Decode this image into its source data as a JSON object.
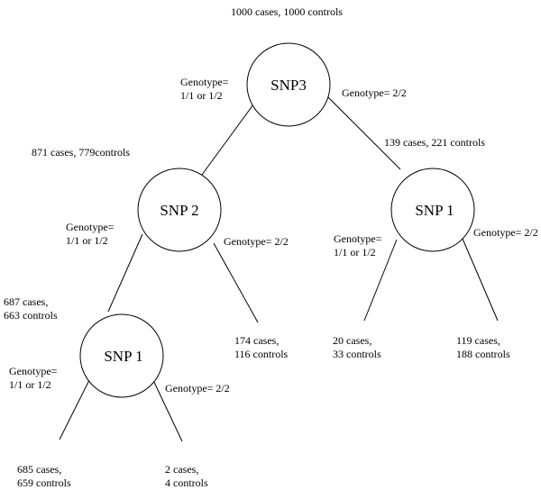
{
  "tree": {
    "root": {
      "counts": "1000 cases, 1000 controls",
      "name": "SNP3",
      "left_edge": [
        "Genotype=",
        "1/1 or 1/2"
      ],
      "right_edge": [
        "Genotype= 2/2"
      ]
    },
    "left_node": {
      "counts": "871 cases, 779controls",
      "name": "SNP 2",
      "left_edge": [
        "Genotype=",
        "1/1 or 1/2"
      ],
      "right_edge": [
        "Genotype= 2/2"
      ]
    },
    "right_node": {
      "counts": "139 cases, 221 controls",
      "name": "SNP 1",
      "left_edge": [
        "Genotype=",
        "1/1 or 1/2"
      ],
      "right_edge": [
        "Genotype= 2/2"
      ]
    },
    "deep_node": {
      "counts": [
        "687 cases,",
        "663 controls"
      ],
      "name": "SNP 1",
      "left_edge": [
        "Genotype=",
        "1/1 or 1/2"
      ],
      "right_edge": [
        "Genotype= 2/2"
      ]
    },
    "leaves": {
      "snp2_right": [
        "174 cases,",
        "116 controls"
      ],
      "snp1r_left": [
        "20 cases,",
        "33 controls"
      ],
      "snp1r_right": [
        "119 cases,",
        "188 controls"
      ],
      "deep_left": [
        "685 cases,",
        "659 controls"
      ],
      "deep_right": [
        "2 cases,",
        "4 controls"
      ]
    }
  }
}
